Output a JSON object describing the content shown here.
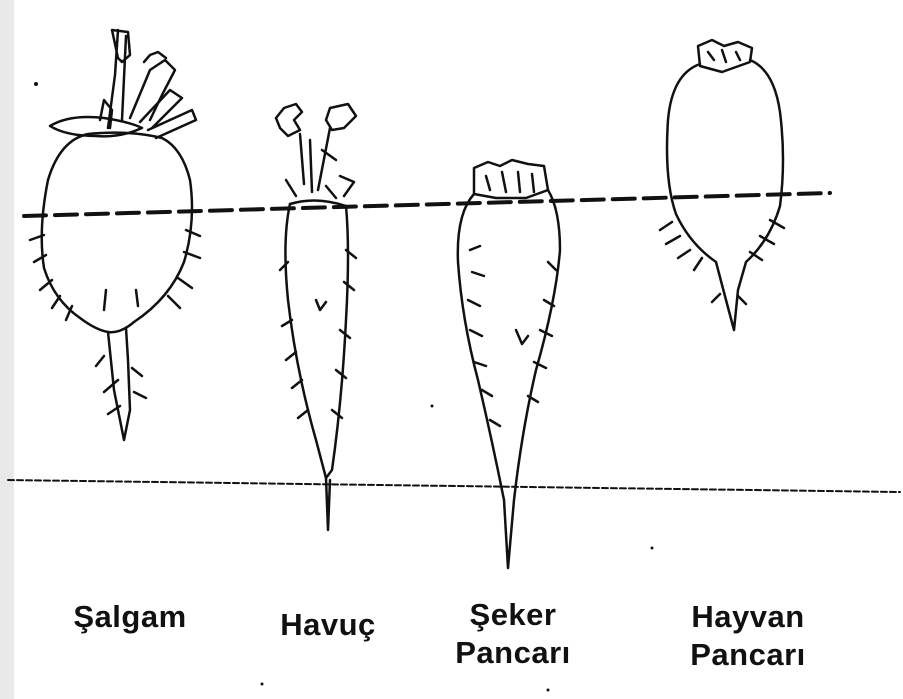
{
  "labels": {
    "salgam": [
      "Şalgam"
    ],
    "havuc": [
      "Havuç"
    ],
    "seker_pancari": [
      "Şeker",
      "Pancarı"
    ],
    "hayvan_pancari": [
      "Hayvan",
      "Pancarı"
    ]
  },
  "colors": {
    "ink": "#111111",
    "background": "#ffffff",
    "scan_edge": "#e9e9e9"
  }
}
